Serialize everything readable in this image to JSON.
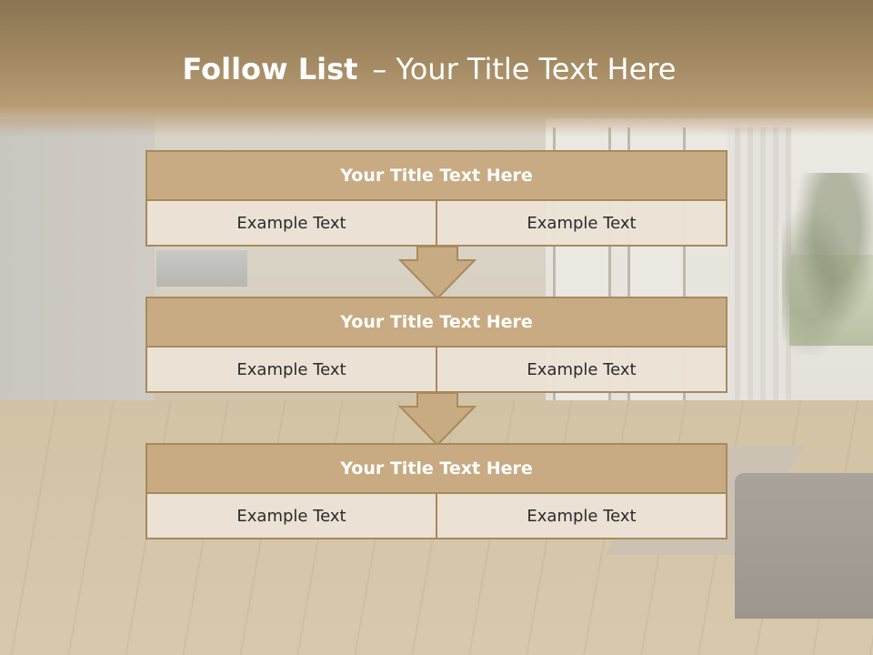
{
  "slide": {
    "title_bold": "Follow List",
    "title_dash": "–",
    "title_rest": "Your Title Text Here",
    "blocks": [
      {
        "heading": "Your Title Text Here",
        "left": "Example Text",
        "right": "Example Text"
      },
      {
        "heading": "Your Title Text Here",
        "left": "Example Text",
        "right": "Example Text"
      },
      {
        "heading": "Your Title Text Here",
        "left": "Example Text",
        "right": "Example Text"
      }
    ],
    "colors": {
      "header_band": "#a38a63",
      "block_fill": "#c8ab82",
      "block_border": "#a88a5c",
      "cell_fill": "#ece3d6",
      "arrow_fill": "#c8ab82"
    }
  }
}
